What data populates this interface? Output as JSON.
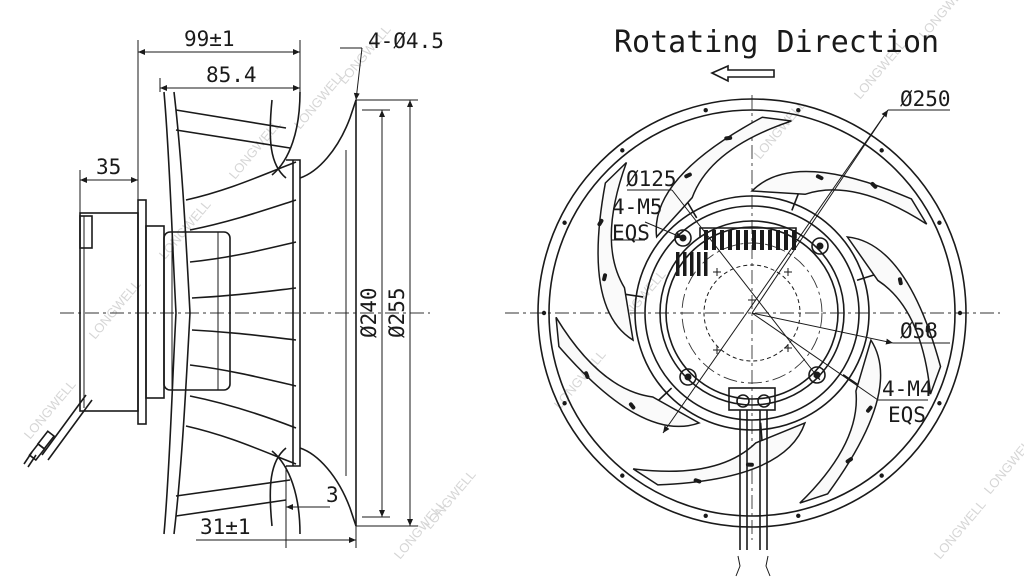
{
  "side_view": {
    "dim_overall_width": "99±1",
    "dim_impeller_width": "85.4",
    "dim_motor_offset": "35",
    "dim_hole_spec": "4-Ø4.5",
    "dim_inlet_diameter": "Ø240",
    "dim_outer_diameter": "Ø255",
    "dim_ring_thickness": "3",
    "dim_ring_offset": "31±1"
  },
  "front_view": {
    "title": "Rotating Direction",
    "dim_impeller_diameter": "Ø250",
    "dim_bolt_circle": "Ø125",
    "dim_m5_holes": "4-M5",
    "dim_m5_eqs": "EQS",
    "dim_hub_diameter": "Ø58",
    "dim_m4_holes": "4-M4",
    "dim_m4_eqs": "EQS"
  },
  "watermark": "LONGWELL",
  "direction_arrow": "arrow-left"
}
